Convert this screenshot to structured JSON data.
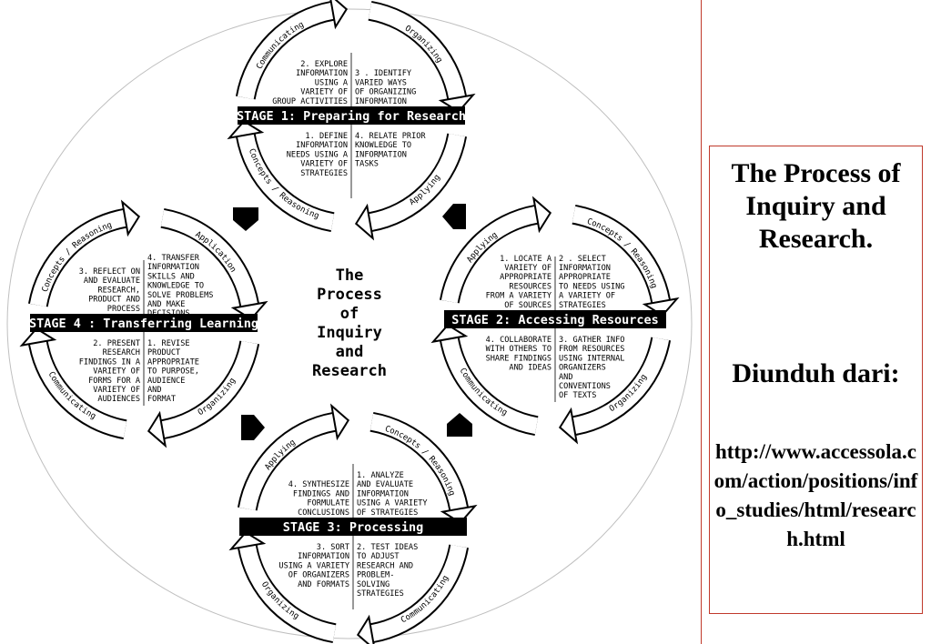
{
  "center_title": [
    "The",
    "Process",
    "of",
    "Inquiry",
    "and",
    "Research"
  ],
  "stages": [
    {
      "label": "STAGE 1: Preparing for Research",
      "tl": [
        "2. EXPLORE",
        "INFORMATION",
        "USING A",
        "VARIETY OF",
        "GROUP ACTIVITIES"
      ],
      "tr": [
        "3 . IDENTIFY",
        "VARIED WAYS",
        "OF ORGANIZING",
        "INFORMATION"
      ],
      "bl": [
        "1. DEFINE",
        "INFORMATION",
        "NEEDS USING A",
        "VARIETY OF",
        "STRATEGIES"
      ],
      "br": [
        "4. RELATE PRIOR",
        "KNOWLEDGE TO",
        "INFORMATION",
        "TASKS"
      ],
      "arc_tl": "Communicating",
      "arc_tr": "Organizing",
      "arc_bl": "Concepts / Reasoning",
      "arc_br": "Applying"
    },
    {
      "label": "STAGE 2: Accessing Resources",
      "tl": [
        "1. LOCATE A",
        "VARIETY OF",
        "APPROPRIATE",
        "RESOURCES",
        "FROM A VARIETY",
        "OF SOURCES"
      ],
      "tr": [
        "2 . SELECT",
        "INFORMATION",
        "APPROPRIATE",
        "TO NEEDS USING",
        "A VARIETY OF",
        "STRATEGIES"
      ],
      "bl": [
        "4. COLLABORATE",
        "WITH OTHERS TO",
        "SHARE FINDINGS",
        "AND IDEAS"
      ],
      "br": [
        "3. GATHER INFO",
        "FROM RESOURCES",
        "USING INTERNAL",
        "ORGANIZERS",
        "AND",
        "CONVENTIONS",
        "OF TEXTS"
      ],
      "arc_tl": "Applying",
      "arc_tr": "Concepts / Reasoning",
      "arc_bl": "Communicating",
      "arc_br": "Organizing"
    },
    {
      "label": "STAGE 3: Processing",
      "tl": [
        "4. SYNTHESIZE",
        "FINDINGS AND",
        "FORMULATE",
        "CONCLUSIONS"
      ],
      "tr": [
        "1. ANALYZE",
        "AND EVALUATE",
        "INFORMATION",
        "USING A VARIETY",
        "OF STRATEGIES"
      ],
      "bl": [
        "3. SORT",
        "INFORMATION",
        "USING A VARIETY",
        "OF ORGANIZERS",
        "AND FORMATS"
      ],
      "br": [
        "2. TEST IDEAS",
        "TO ADJUST",
        "RESEARCH AND",
        "PROBLEM-",
        "SOLVING",
        "STRATEGIES"
      ],
      "arc_tl": "Applying",
      "arc_tr": "Concepts / Reasoning",
      "arc_bl": "Organizing",
      "arc_br": "Communicating"
    },
    {
      "label": "STAGE 4 : Transferring Learning",
      "tl": [
        "3. REFLECT ON",
        "AND EVALUATE",
        "RESEARCH,",
        "PRODUCT AND",
        "PROCESS"
      ],
      "tr": [
        "4. TRANSFER",
        "INFORMATION",
        "SKILLS AND",
        "KNOWLEDGE TO",
        "SOLVE PROBLEMS",
        "AND MAKE",
        "DECISIONS"
      ],
      "bl": [
        "2. PRESENT",
        "RESEARCH",
        "FINDINGS IN A",
        "VARIETY OF",
        "FORMS FOR A",
        "VARIETY OF",
        "AUDIENCES"
      ],
      "br": [
        "1. REVISE",
        "PRODUCT",
        "APPROPRIATE",
        "TO PURPOSE,",
        "AUDIENCE",
        "AND",
        "FORMAT"
      ],
      "arc_tl": "Concepts / Reasoning",
      "arc_tr": "Application",
      "arc_bl": "Communicating",
      "arc_br": "Organizing"
    }
  ],
  "caption": {
    "title": "The Process of Inquiry and Research.",
    "source": "Diunduh dari:",
    "url": "http://www.accessola.com/action/positions/info_studies/html/research.html"
  },
  "colors": {
    "ink": "#000000",
    "border": "#c0392b",
    "background": "#ffffff"
  }
}
